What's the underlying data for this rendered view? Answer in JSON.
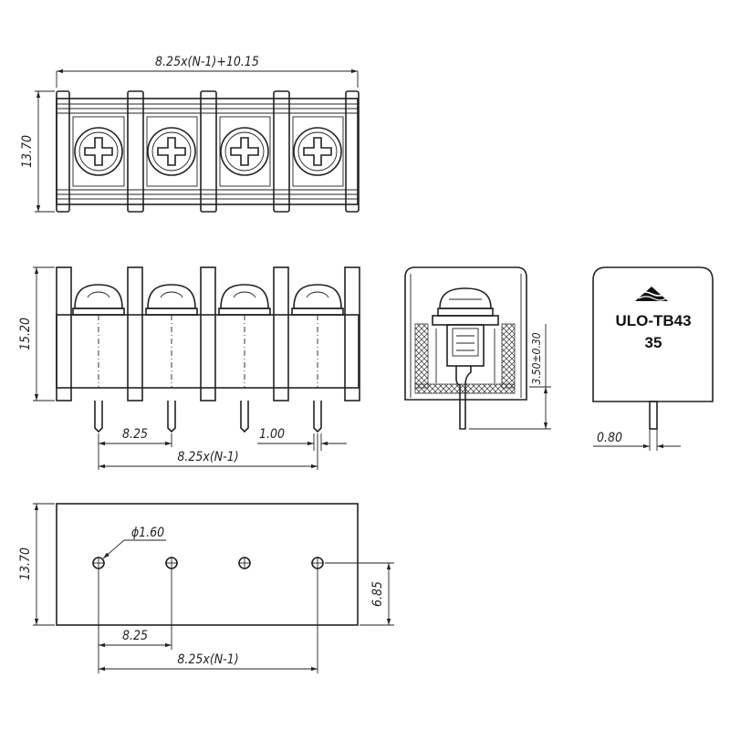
{
  "dimensions": {
    "top_total_width": "8.25x(N-1)+10.15",
    "top_height": "13.70",
    "front_height": "15.20",
    "pitch": "8.25",
    "pitch_total": "8.25x(N-1)",
    "pin_width": "1.00",
    "side_pin_length": "3.50±0.30",
    "pin_thickness": "0.80",
    "hole_diameter": "ϕ1.60",
    "bottom_height": "13.70",
    "bottom_hole_offset": "6.85",
    "bottom_pitch": "8.25",
    "bottom_pitch_total": "8.25x(N-1)"
  },
  "product": {
    "model": "ULO-TB43",
    "variant": "35",
    "logo_icon": "ulo-wave-logo-icon"
  }
}
